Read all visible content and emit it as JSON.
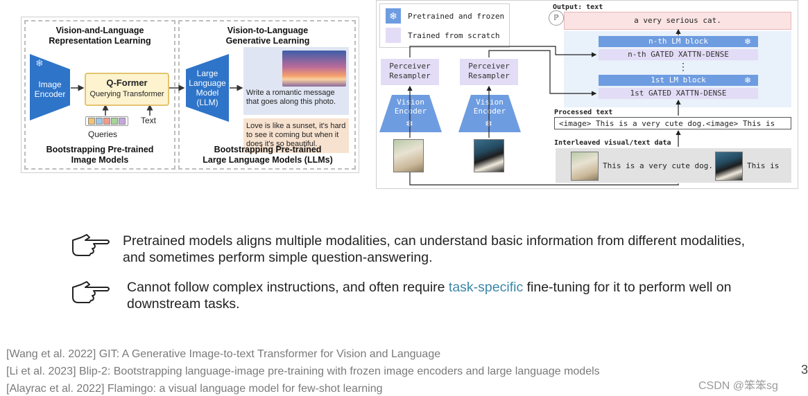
{
  "blip2": {
    "left_title": "Vision-and-Language\nRepresentation Learning",
    "right_title": "Vision-to-Language\nGenerative Learning",
    "image_encoder": "Image\nEncoder",
    "qformer_title": "Q-Former",
    "qformer_sub": "Querying Transformer",
    "queries": "Queries",
    "text": "Text",
    "llm": "Large\nLanguage\nModel\n(LLM)",
    "prompt": "Write a romantic message that goes along this photo.",
    "response": "Love is like a sunset, it's hard to see it coming but when it does it's so beautiful.",
    "left_caption": "Bootstrapping Pre-trained\nImage Models",
    "right_caption": "Bootstrapping Pre-trained\nLarge Language Models (LLMs)",
    "colors": {
      "encoder": "#2e74c9",
      "qformer": "#fdf3cf",
      "prompt_bg": "#dfe5f3",
      "response_bg": "#f7e2cf"
    }
  },
  "flamingo": {
    "legend_frozen": "Pretrained and frozen",
    "legend_scratch": "Trained from scratch",
    "output_label": "Output: text",
    "output_text": "a very serious cat.",
    "nth_lm": "n-th LM block",
    "nth_xattn": "n-th GATED XATTN-DENSE",
    "first_lm": "1st LM block",
    "first_xattn": "1st GATED XATTN-DENSE",
    "perceiver1": "Perceiver\nResampler",
    "perceiver2": "Perceiver\nResampler",
    "vision1": "Vision\nEncoder",
    "vision2": "Vision\nEncoder",
    "processed_label": "Processed text",
    "processed_text": "<image> This is a very cute dog.<image> This is",
    "interleaved_label": "Interleaved visual/text data",
    "interleaved_text1": "This is a very cute dog.",
    "interleaved_text2": "This is",
    "dots": "⋮",
    "colors": {
      "lm": "#6e9ce0",
      "xattn": "#e3dcf6",
      "output_bg": "#fbe3e3",
      "panel_bg": "#e9f1fb"
    }
  },
  "bullets": [
    {
      "icon": "pointing-hand-icon",
      "text": "Pretrained models aligns multiple modalities, can understand basic information from different modalities, and sometimes perform simple question-answering."
    },
    {
      "icon": "pointing-hand-icon",
      "pre": "Cannot follow complex instructions, and often require ",
      "highlight": "task-specific",
      "post": " fine-tuning for it to perform well on downstream tasks."
    }
  ],
  "references": [
    "[Wang et al. 2022] GIT: A Generative Image-to-text Transformer for Vision and Language",
    "[Li et al. 2023] Blip-2: Bootstrapping language-image pre-training with frozen image encoders and large language models",
    "[Alayrac et al. 2022] Flamingo: a visual language model for few-shot learning"
  ],
  "page_number": "3",
  "watermark": "CSDN @笨笨sg"
}
